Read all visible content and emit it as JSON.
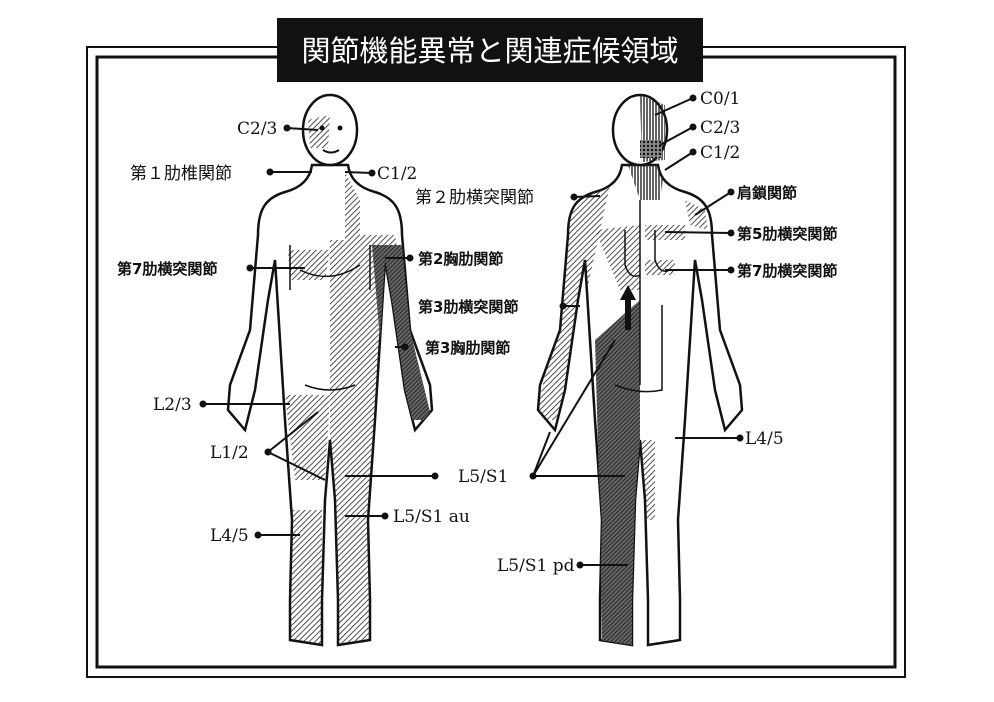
{
  "title": "関節機能異常と関連症候領域",
  "front_labels": {
    "c23": "C2/3",
    "rib1_costovertebral": "第１肋椎関節",
    "c12": "C1/2",
    "rib7_costotransverse": "第7肋横突関節",
    "sternocostal2": "第2胸肋関節",
    "sternocostal3": "第3胸肋関節",
    "l23": "L2/3",
    "l12": "L1/2",
    "l45": "L4/5",
    "l5s1": "L5/S1",
    "l5s1_au": "L5/S1 au"
  },
  "back_labels": {
    "c01": "C0/1",
    "c23": "C2/3",
    "c12": "C1/2",
    "rib2_costotransverse": "第２肋横突関節",
    "acromioclavicular": "肩鎖関節",
    "rib5_costotransverse": "第5肋横突関節",
    "rib7_costotransverse": "第7肋横突関節",
    "rib3_costotransverse": "第3肋横突関節",
    "l45": "L4/5",
    "l5s1_pd": "L5/S1 pd"
  },
  "colors": {
    "title_bg": "#111111",
    "ink": "#111111",
    "background": "#ffffff"
  }
}
